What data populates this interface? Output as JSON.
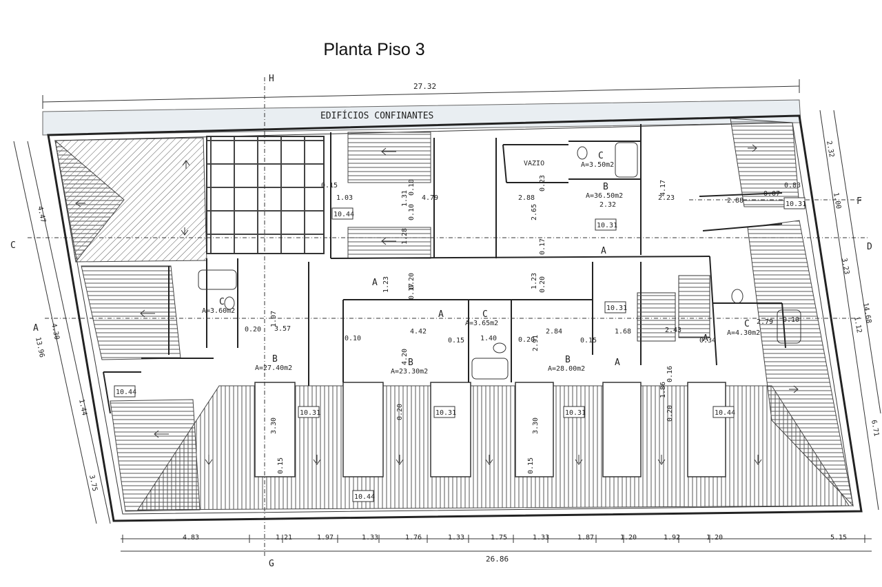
{
  "title": "Planta Piso 3",
  "band_label": "EDIFÍCIOS CONFINANTES",
  "top_dimension": "27.32",
  "bottom_dimension": "26.86",
  "section_markers": {
    "H": "H",
    "G": "G",
    "C": "C",
    "D": "D",
    "A": "A",
    "F": "F"
  },
  "bottom_segments": [
    "4.83",
    "1.21",
    "1.97",
    "1.33",
    "1.76",
    "1.33",
    "1.75",
    "1.33",
    "1.87",
    "1.20",
    "1.92",
    "1.20",
    "5.15"
  ],
  "left_dims": [
    "4.47",
    "4.30",
    "13.96",
    "1.44",
    "3.75"
  ],
  "right_dims": [
    "2.32",
    "1.00",
    "3.23",
    "14.68",
    "1.12",
    "6.71"
  ],
  "levels": [
    "10.44",
    "10.31",
    "10.31",
    "10.31",
    "10.44",
    "10.31",
    "10.31",
    "10.44",
    "10.31",
    "10.44"
  ],
  "units": [
    {
      "type": "B",
      "area": "A=36.50m2"
    },
    {
      "type": "C",
      "area": "A=3.50m2"
    },
    {
      "type": "C",
      "area": "A=3.60m2"
    },
    {
      "type": "B",
      "area": "A=27.40m2"
    },
    {
      "type": "C",
      "area": "A=3.65m2"
    },
    {
      "type": "B",
      "area": "A=23.30m2"
    },
    {
      "type": "B",
      "area": "A=28.00m2"
    },
    {
      "type": "C",
      "area": "A=4.30m2"
    }
  ],
  "vazio": "VAZIO",
  "inner_dims": [
    "0.15",
    "1.03",
    "4.79",
    "2.88",
    "2.32",
    "2.23",
    "2.88",
    "1.31",
    "0.10",
    "0.10",
    "1.28",
    "2.65",
    "0.17",
    "0.23",
    "4.17",
    "0.07",
    "0.83",
    "1.23",
    "0.17",
    "0.20",
    "1.23",
    "0.20",
    "3.57",
    "1.07",
    "0.20",
    "4.42",
    "0.10",
    "1.40",
    "0.15",
    "0.20",
    "2.84",
    "0.15",
    "1.68",
    "2.43",
    "0.34",
    "2.79",
    "0.10",
    "4.20",
    "2.91",
    "0.16",
    "1.86",
    "0.20",
    "3.30",
    "0.20",
    "3.30",
    "0.15",
    "0.15"
  ],
  "door_marks": [
    "A",
    "A",
    "A",
    "A",
    "A"
  ]
}
